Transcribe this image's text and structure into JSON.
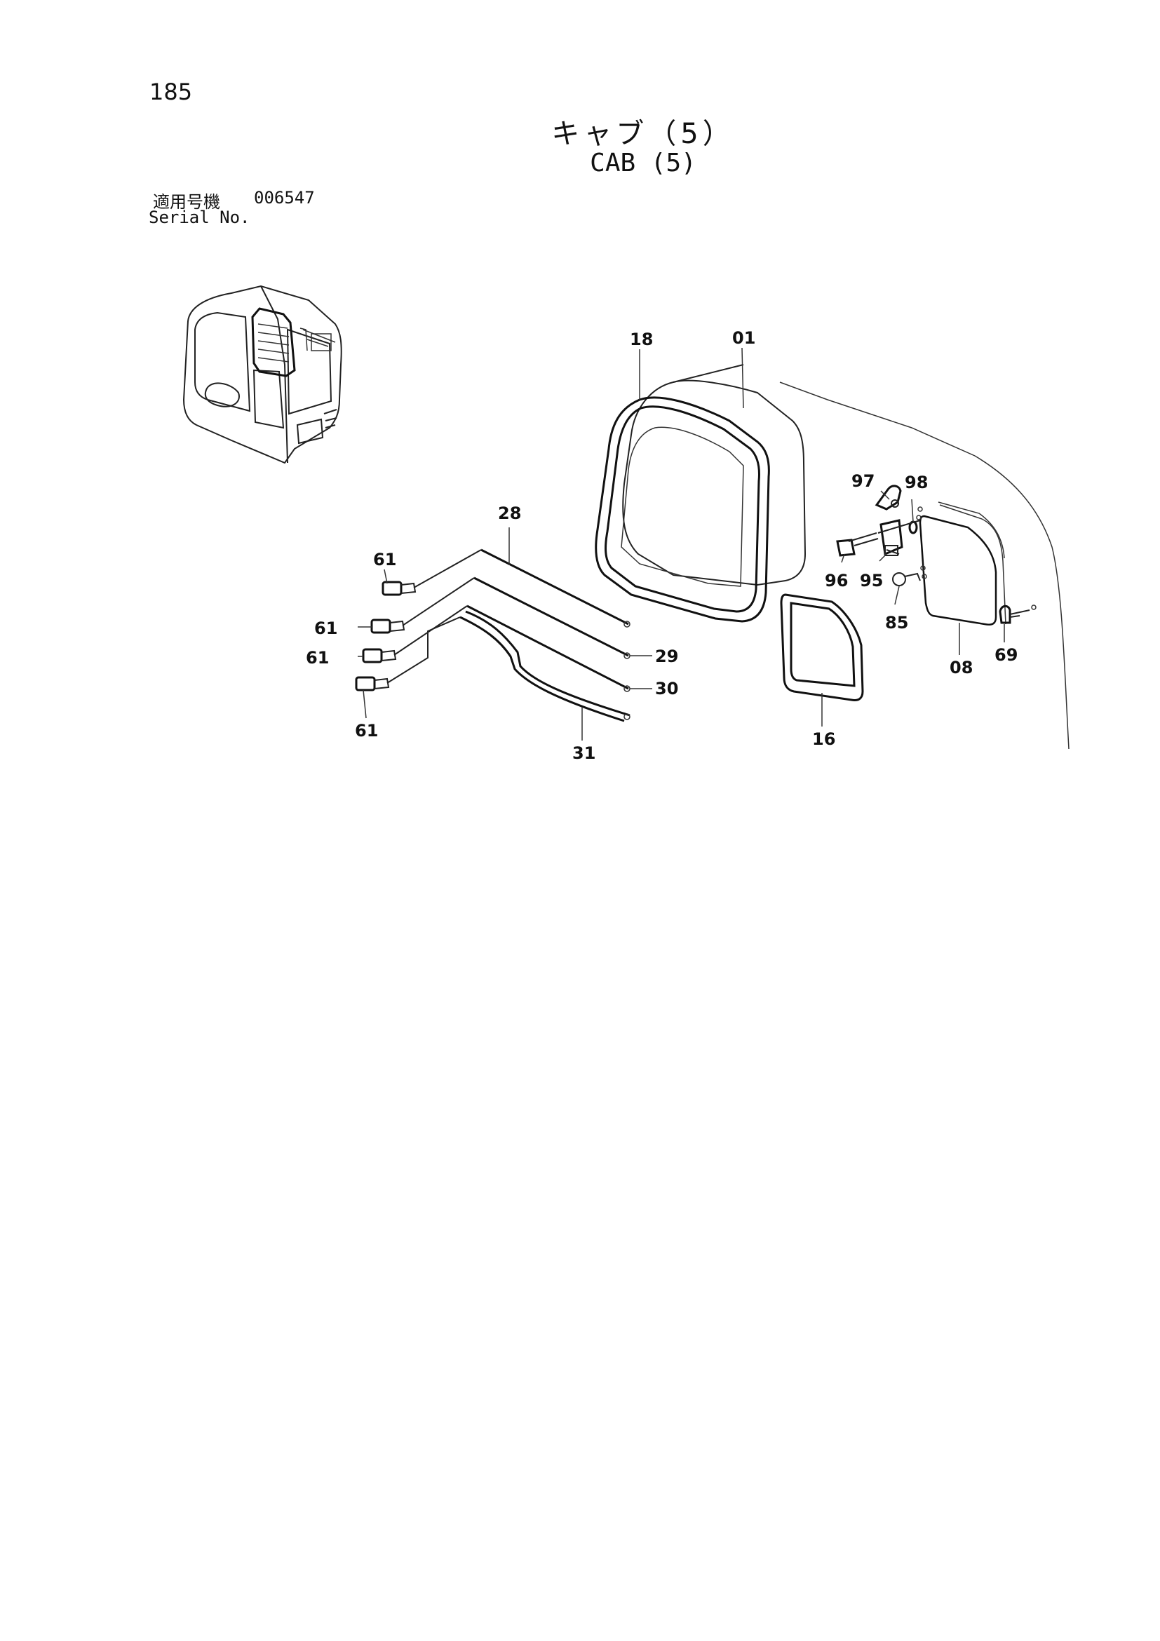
{
  "header": {
    "page_number": "185",
    "title_jp": "キャブ（5）",
    "title_en": "CAB (5)",
    "serial_label_jp": "適用号機",
    "serial_value": "006547",
    "serial_label_en": "Serial No."
  },
  "callouts": {
    "c18": "18",
    "c01": "01",
    "c97": "97",
    "c98": "98",
    "c28": "28",
    "c61a": "61",
    "c61b": "61",
    "c61c": "61",
    "c61d": "61",
    "c96": "96",
    "c95": "95",
    "c85": "85",
    "c08": "08",
    "c69": "69",
    "c29": "29",
    "c30": "30",
    "c31": "31",
    "c16": "16"
  },
  "colors": {
    "ink": "#111111",
    "paper": "#ffffff"
  }
}
